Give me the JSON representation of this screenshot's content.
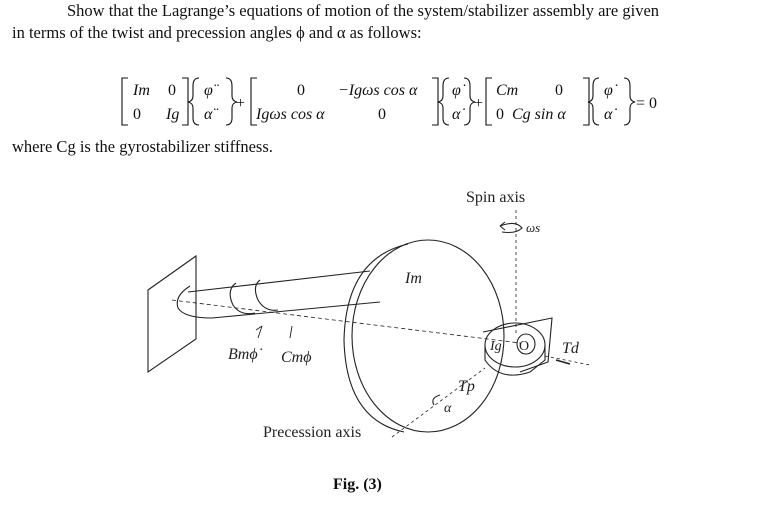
{
  "problem": {
    "line1": "Show that the Lagrange’s equations of motion of the system/stabilizer assembly are given",
    "line2": "in terms of the twist and precession angles ϕ and α as follows:",
    "line3": "where Cg is the gyrostabilizer stiffness."
  },
  "equation": {
    "m11": "Im",
    "m12": "0",
    "m21": "0",
    "m22": "Ig",
    "acc1": "φ̈",
    "acc2": "α̈",
    "plus": "+",
    "g11": "0",
    "g12": "−Igωs cos α",
    "g21": "Igωs cos α",
    "g22": "0",
    "vel1": "φ̇",
    "vel2": "α̇",
    "k11": "Cm",
    "k12": "0",
    "k21": "0",
    "k22": "Cg sin α",
    "rhs": "= 0"
  },
  "figure": {
    "spin_axis": "Spin axis",
    "omega_s": "ωs",
    "Im": "Im",
    "Ig": "Ig",
    "O": "O",
    "Td": "Td",
    "Tp": "Tp",
    "alpha": "α",
    "damper": "Bmϕ̇",
    "spring": "Cmϕ",
    "precession_axis": "Precession axis",
    "caption": "Fig. (3)"
  }
}
